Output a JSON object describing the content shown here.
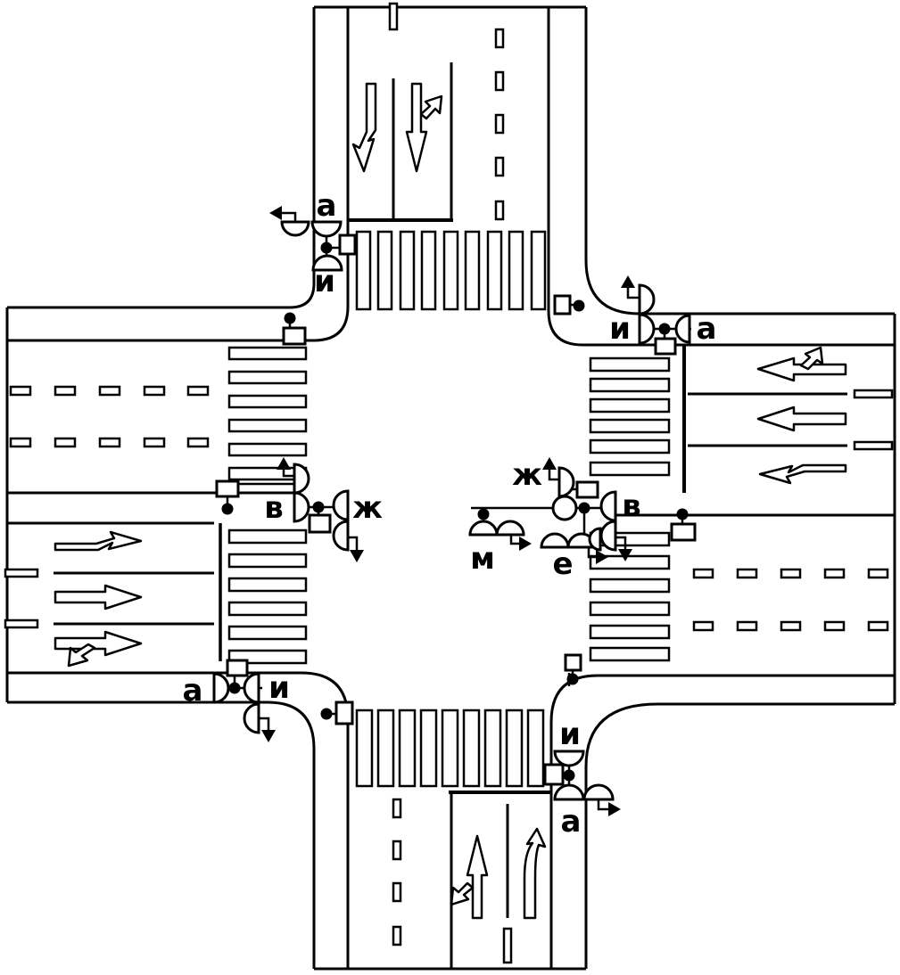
{
  "labels": {
    "top_left_a": "а",
    "top_left_i": "и",
    "top_right_i": "и",
    "top_right_a": "а",
    "west_v": "в",
    "west_zh": "ж",
    "east_zh": "ж",
    "east_v": "в",
    "center_m": "м",
    "center_e": "е",
    "bottom_left_a": "а",
    "bottom_left_i": "и",
    "bottom_right_i": "и",
    "bottom_right_a": "а"
  },
  "colors": {
    "line": "#000000",
    "background": "#ffffff"
  }
}
